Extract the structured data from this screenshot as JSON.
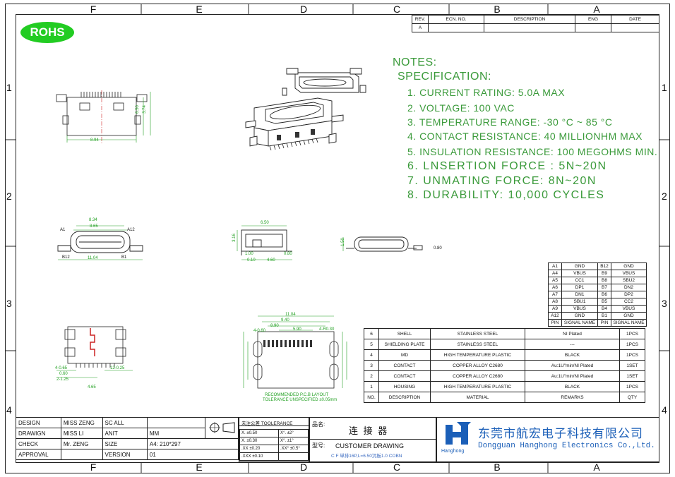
{
  "frame": {
    "columns": [
      "F",
      "E",
      "D",
      "C",
      "B",
      "A"
    ],
    "rows": [
      "1",
      "2",
      "3",
      "4"
    ]
  },
  "rohs": "ROHS",
  "revision_table": {
    "headers": [
      "REV.",
      "ECN. NO.",
      "DESCRIPTION",
      "ENG",
      "DATE"
    ],
    "row": [
      "A",
      "",
      "",
      "",
      ""
    ]
  },
  "notes": {
    "title": "NOTES:",
    "subtitle": "SPECIFICATION:",
    "items": [
      "1. CURRENT RATING: 5.0A MAX",
      "2. VOLTAGE: 100 VAC",
      "3. TEMPERATURE RANGE: -30 °C ~ 85 °C",
      "4. CONTACT RESISTANCE: 40 MILLIONHM MAX",
      "5. INSULATION RESISTANCE: 100 MEGOHMS MIN.",
      "6. LNSERTION FORCE : 5N~20N",
      "7. UNMATING FORCE: 8N~20N",
      "8. DURABILITY:   10,000 CYCLES"
    ]
  },
  "dims": {
    "top_width": "8.94",
    "top_h1": "6.50",
    "top_h2": "3.74",
    "front_w1": "8.34",
    "front_w2": "8.65",
    "front_w3": "11.04",
    "front_a1": "A1",
    "front_a12": "A12",
    "front_b12": "B12",
    "front_b1": "B1",
    "side_top": "6.50",
    "side_h": "3.16",
    "side_b1": "1.00",
    "side_b2": "0.10",
    "side_b3": "4.60",
    "side_b4": "0.80",
    "end_h": "1.50",
    "end_flat": "0.80",
    "pcb_w": "11.04",
    "pcb_w2": "9.40",
    "pcb_w3": "8.90",
    "pcb_w4": "5.90",
    "pcb_r1": "4-R0.30",
    "pcb_r2": "4-0.60",
    "pcb_note1": "RECOMMENDED P.C.B LAYOUT",
    "pcb_note2": "TOLERANCE UNSPECIFIED ±0.05mm",
    "bot_a": "4-0.65",
    "bot_b": "0.60",
    "bot_c": "2-1.25",
    "bot_d": "4.65",
    "bot_e": "12-0.25"
  },
  "pin_table": {
    "rows": [
      [
        "A1",
        "GND",
        "B12",
        "GND"
      ],
      [
        "A4",
        "VBUS",
        "B9",
        "VBUS"
      ],
      [
        "A5",
        "CC1",
        "B8",
        "SBU2"
      ],
      [
        "A6",
        "DP1",
        "B7",
        "DN2"
      ],
      [
        "A7",
        "DN1",
        "B6",
        "DP2"
      ],
      [
        "A8",
        "SBU1",
        "B5",
        "CC2"
      ],
      [
        "A9",
        "VBUS",
        "B4",
        "VBUS"
      ],
      [
        "A12",
        "GND",
        "B1",
        "GND"
      ]
    ],
    "header": [
      "PIN",
      "SIGNAL NAME",
      "PIN",
      "SIGNAL NAME"
    ]
  },
  "bom": {
    "rows": [
      [
        "6",
        "SHELL",
        "STAINLESS STEEL",
        "NI Plated",
        "1PCS"
      ],
      [
        "5",
        "SHIELDING PLATE",
        "STAINLESS STEEL",
        "---",
        "1PCS"
      ],
      [
        "4",
        "MD",
        "HIGH TEMPERATURE PLASTIC",
        "BLACK",
        "1PCS"
      ],
      [
        "3",
        "CONTACT",
        "COPPER ALLOY C2680",
        "Au:1U\"min/NI Plated",
        "1SET"
      ],
      [
        "2",
        "CONTACT",
        "COPPER ALLOY C2680",
        "Au:1U\"min/NI Plated",
        "1SET"
      ],
      [
        "1",
        "HOUSING",
        "HIGH TEMPERATURE PLASTIC",
        "BLACK",
        "1PCS"
      ]
    ],
    "header": [
      "NO.",
      "DESCRIPTION",
      "MATERIAL",
      "REMARKS",
      "QTY"
    ]
  },
  "title_block": {
    "design_l": "DESIGN",
    "design_v": "MISS ZENG",
    "scale_l": "SC ALL",
    "drawing_l": "DRAWIGN",
    "drawing_v": "MISS LI",
    "unit_l": "ANIT",
    "unit_v": "MM",
    "check_l": "CHECK",
    "check_v": "Mr. ZENG",
    "size_l": "SIZE",
    "size_v": "A4: 210*297",
    "approval_l": "APPROVAL",
    "version_l": "VERSION",
    "version_v": "01",
    "tol_head1": "未注公差",
    "tol_head2": "TOOLERANCE",
    "tol": [
      [
        "X. ±0.50",
        "X°. ±2°"
      ],
      [
        "X. ±0.30",
        "X°. ±1°"
      ],
      [
        ".XX ±0.20",
        ".XX° ±0.5°"
      ],
      [
        ".XXX ±0.10",
        ""
      ]
    ],
    "name_label": "品名:",
    "name_value": "连 接 器",
    "model_label": "型号:",
    "model_value": "CUSTOMER DRAWING",
    "model_sub": "C F 単排16P,L=6.50沉板1.0 COBN",
    "company_cn": "东莞市航宏电子科技有限公司",
    "company_en": "Dongguan Hanghong Electronics Co.,Ltd.",
    "logo_text": "Hanghong"
  },
  "colors": {
    "note_green": "#3a9a3a",
    "drawing_green": "#22a022",
    "logo_blue": "#1b5fb8",
    "rohs_green": "#22cc22"
  }
}
